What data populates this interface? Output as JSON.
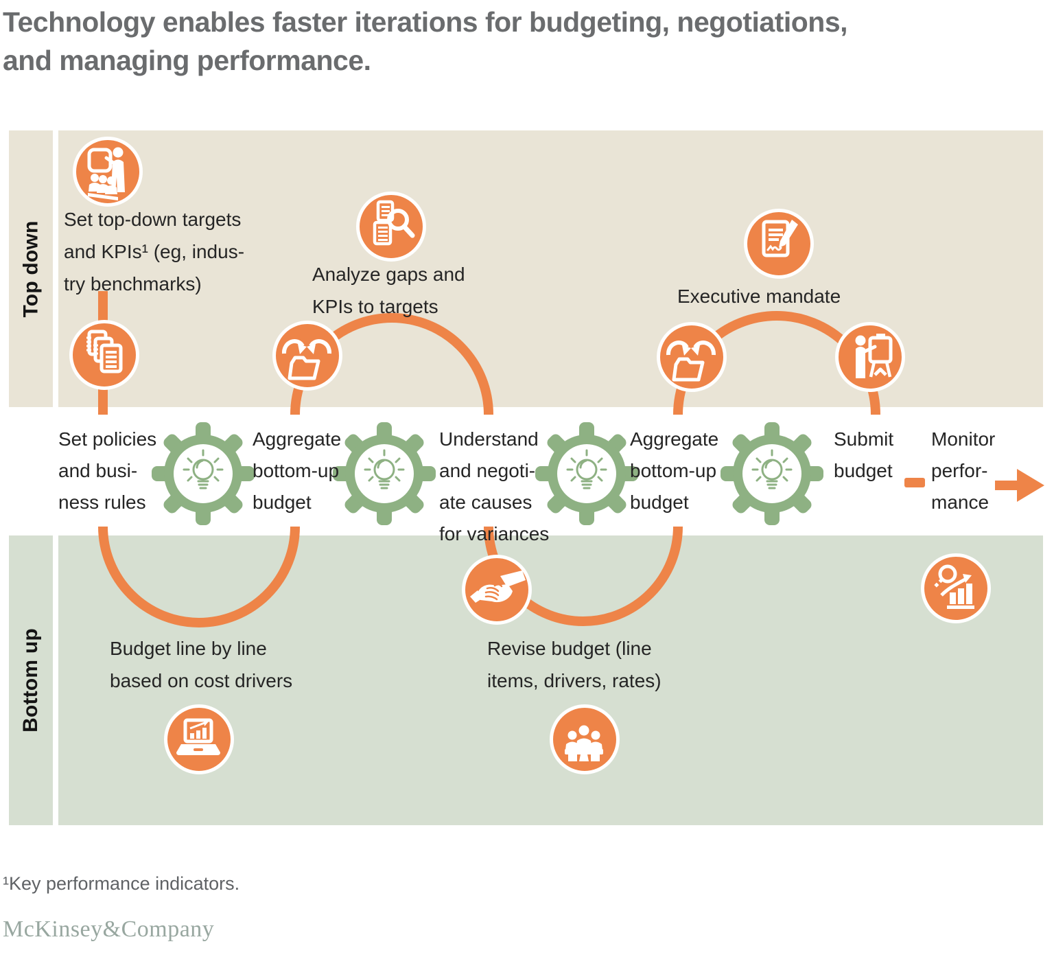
{
  "title": "Technology enables faster iterations for budgeting, negotiations,\nand managing performance.",
  "side_labels": {
    "top": "Top down",
    "bottom": "Bottom up"
  },
  "top_band": {
    "set_targets": "Set top-down targets\nand KPIs¹ (eg, indus-\ntry benchmarks)",
    "analyze_gaps": "Analyze gaps and\nKPIs to targets",
    "executive_mandate": "Executive mandate"
  },
  "process_row": {
    "set_policies": "Set policies\nand busi-\nness rules",
    "aggregate_1": "Aggregate\nbottom-up\nbudget",
    "understand": "Understand\nand negoti-\nate causes\nfor variances",
    "aggregate_2": "Aggregate\nbottom-up\nbudget",
    "submit": "Submit\nbudget",
    "monitor": "Monitor\nperfor-\nmance"
  },
  "bottom_band": {
    "budget_line": "Budget line by line\nbased on cost drivers",
    "revise_budget": "Revise budget (line\nitems, drivers, rates)"
  },
  "footnote": "¹Key performance indicators.",
  "logo": "McKinsey&Company",
  "icons": {
    "set_targets": "presentation-training-icon",
    "set_policies": "documents-icon",
    "analyze_gaps": "document-search-icon",
    "aggregate_top_left": "merge-into-folder-icon",
    "executive_mandate": "signed-document-icon",
    "aggregate_top_right": "merge-into-folder-icon",
    "submit_budget": "presenter-easel-icon",
    "negotiate": "handshake-icon",
    "budget_lines": "laptop-chart-icon",
    "revise_budget": "meeting-icon",
    "monitor_performance": "chart-magnifier-icon",
    "process_gears": "gear-lightbulb-icon"
  },
  "colors": {
    "orange": "#ee8448",
    "beige_band": "#e9e4d6",
    "green_band": "#d6dfd1",
    "gear_green": "#8eb183",
    "title_gray": "#6a6c6e"
  }
}
